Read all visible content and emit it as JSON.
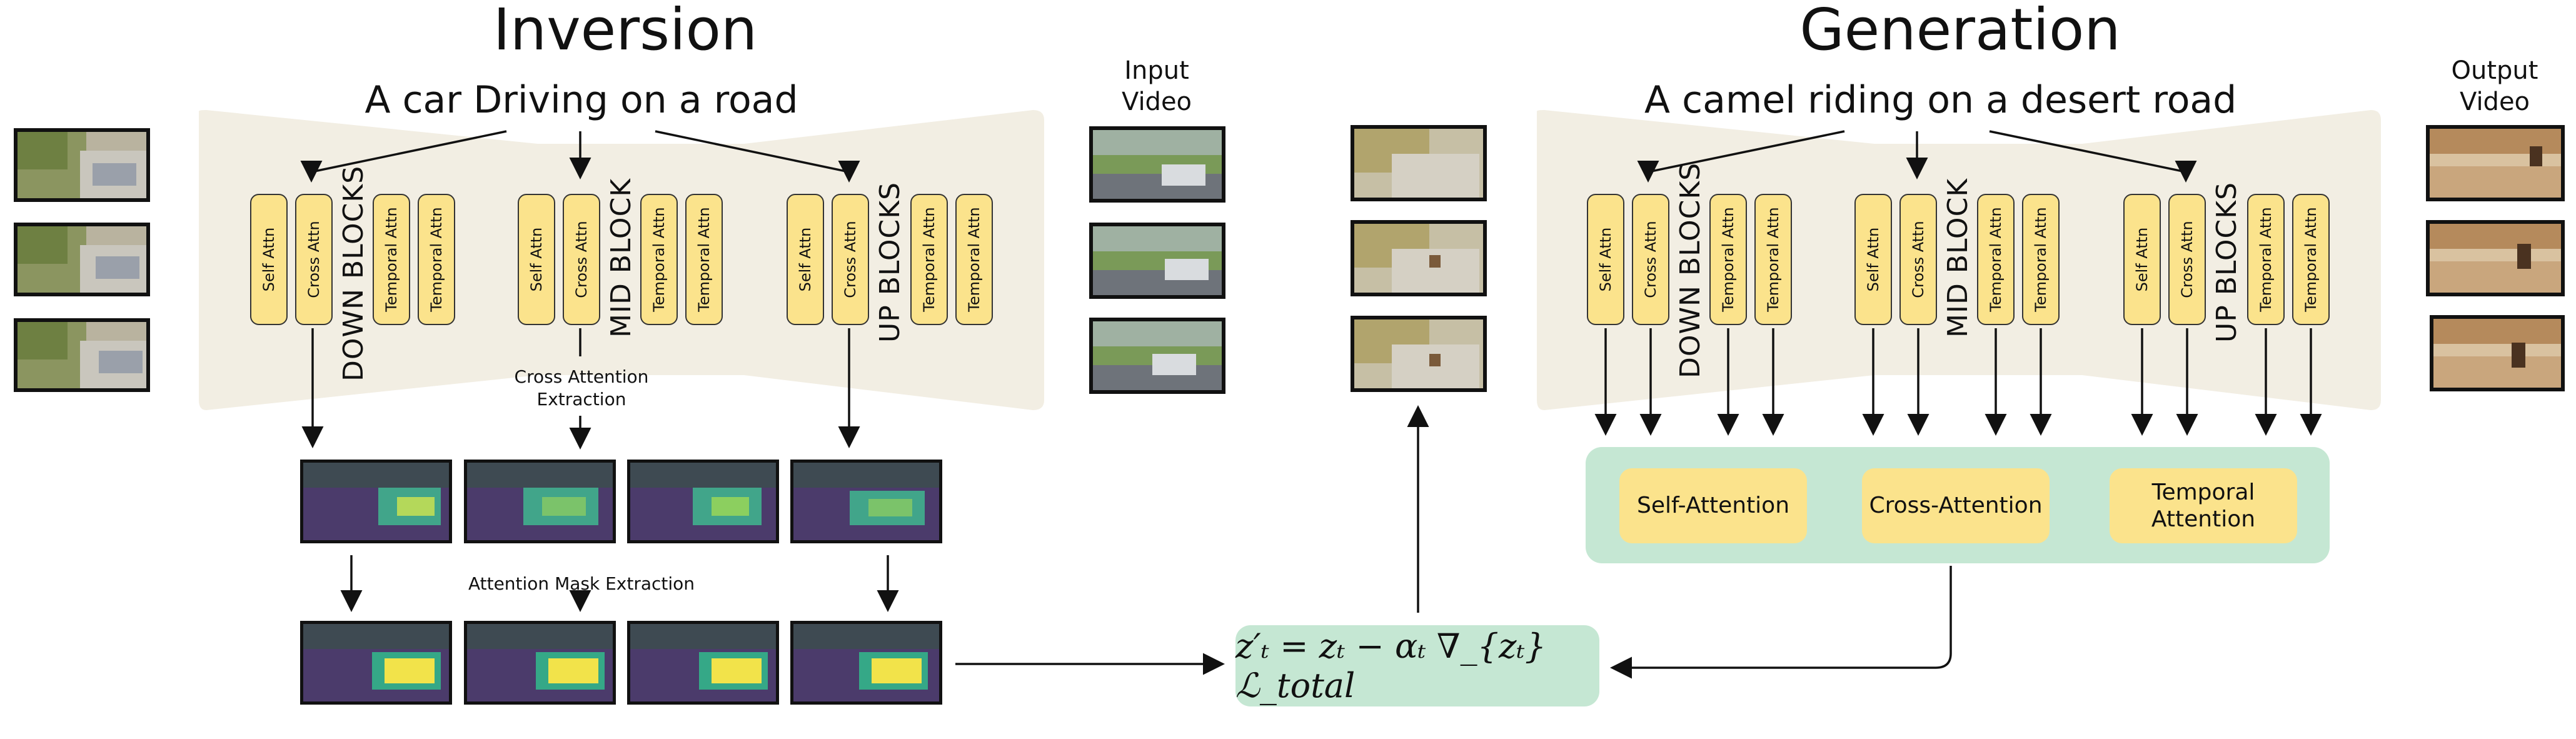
{
  "inversion": {
    "title": "Inversion",
    "prompt": "A car Driving on a road",
    "video_label": "Input\nVideo",
    "blocks": [
      {
        "label": "DOWN BLOCKS",
        "attn": [
          "Self Attn",
          "Cross Attn",
          "Temporal Attn",
          "Temporal Attn"
        ]
      },
      {
        "label": "MID BLOCK",
        "attn": [
          "Self Attn",
          "Cross Attn",
          "Temporal Attn",
          "Temporal Attn"
        ]
      },
      {
        "label": "UP BLOCKS",
        "attn": [
          "Self Attn",
          "Cross Attn",
          "Temporal Attn",
          "Temporal Attn"
        ]
      }
    ],
    "cross_attention_label": "Cross Attention\nExtraction",
    "mask_label": "Attention Mask Extraction"
  },
  "generation": {
    "title": "Generation",
    "prompt": "A camel riding on a desert road",
    "video_label": "Output\nVideo",
    "blocks": [
      {
        "label": "DOWN BLOCKS",
        "attn": [
          "Self Attn",
          "Cross Attn",
          "Temporal Attn",
          "Temporal Attn"
        ]
      },
      {
        "label": "MID BLOCK",
        "attn": [
          "Self Attn",
          "Cross Attn",
          "Temporal Attn",
          "Temporal Attn"
        ]
      },
      {
        "label": "UP BLOCKS",
        "attn": [
          "Self Attn",
          "Cross Attn",
          "Temporal Attn",
          "Temporal Attn"
        ]
      }
    ],
    "attention_panel": [
      "Self-Attention",
      "Cross-Attention",
      "Temporal\nAttention"
    ]
  },
  "formula": "z′ₜ = zₜ − αₜ ∇_{zₜ} ℒ_total",
  "colors": {
    "unet_bg": "#f2eee3",
    "attn_box": "#fbe38c",
    "panel": "#c5e7d3"
  }
}
